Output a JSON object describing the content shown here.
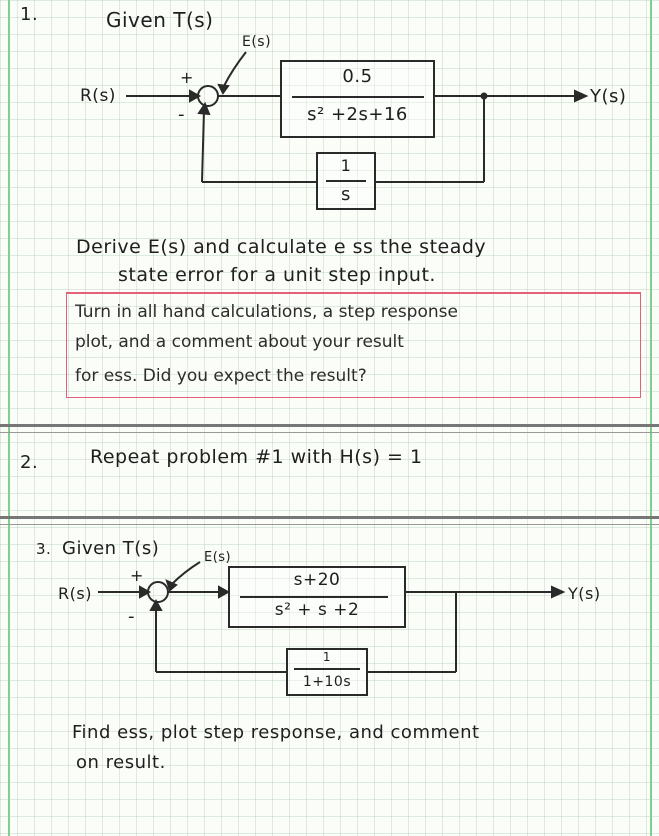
{
  "problem1": {
    "number": "1.",
    "given": "Given T(s)",
    "error_label": "E(s)",
    "input_label": "R(s)",
    "output_label": "Y(s)",
    "plus_sign": "+",
    "minus_sign": "-",
    "forward_numerator": "0.5",
    "forward_denominator": "s² +2s+16",
    "feedback_numerator": "1",
    "feedback_denominator": "s",
    "question_line1": "Derive  E(s)  and  calculate  e ss  the steady",
    "question_line2": "state error for a unit step input.",
    "note_line1": "Turn in all hand calculations, a step response",
    "note_line2": "plot, and a comment about your result",
    "note_line3": "for ess. Did you expect the result?"
  },
  "problem2": {
    "number": "2.",
    "text": "Repeat problem #1 with H(s) = 1"
  },
  "problem3": {
    "number": "3.",
    "given": "Given T(s)",
    "error_label": "E(s)",
    "input_label": "R(s)",
    "output_label": "Y(s)",
    "plus_sign": "+",
    "minus_sign": "-",
    "forward_numerator": "s+20",
    "forward_denominator": "s² + s +2",
    "feedback_numerator": "1",
    "feedback_denominator": "1+10s",
    "question_line1": "Find ess, plot step response, and comment",
    "question_line2": "on result."
  },
  "colors": {
    "ink": "#2a2a2a",
    "grid": "#9cc7a3",
    "note_border": "#e4607a",
    "margin_green": "#7fd08f"
  }
}
